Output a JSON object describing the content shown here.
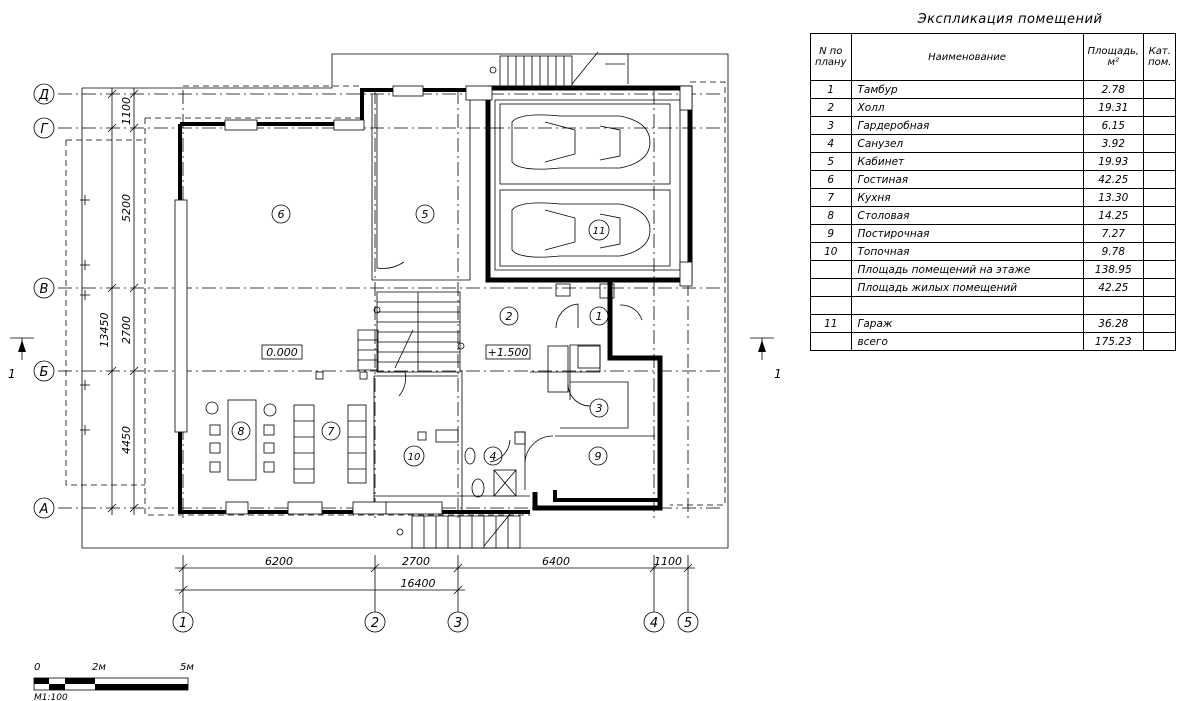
{
  "axes": {
    "rows": [
      "Д",
      "Г",
      "В",
      "Б",
      "А"
    ],
    "cols": [
      "1",
      "2",
      "3",
      "4",
      "5"
    ]
  },
  "dimensions": {
    "horizontal": [
      "6200",
      "2700",
      "6400",
      "1100"
    ],
    "horizontal_total": "16400",
    "vertical": [
      "1100",
      "5200",
      "2700",
      "4450"
    ],
    "vertical_total": "13450"
  },
  "levels": [
    "0.000",
    "+1.500"
  ],
  "rooms": [
    "1",
    "2",
    "3",
    "4",
    "5",
    "6",
    "7",
    "8",
    "9",
    "10",
    "11"
  ],
  "section": {
    "left": "1",
    "right": "1"
  },
  "scale": {
    "marks": [
      "0",
      "2м",
      "5м"
    ],
    "label": "М1:100"
  },
  "explication": {
    "title": "Экспликация помещений",
    "headers": [
      "N по плану",
      "Наименование",
      "Площадь, м²",
      "Кат. пом."
    ],
    "rows": [
      {
        "n": "1",
        "name": "Тамбур",
        "area": "2.78"
      },
      {
        "n": "2",
        "name": "Холл",
        "area": "19.31"
      },
      {
        "n": "3",
        "name": "Гардеробная",
        "area": "6.15"
      },
      {
        "n": "4",
        "name": "Санузел",
        "area": "3.92"
      },
      {
        "n": "5",
        "name": "Кабинет",
        "area": "19.93"
      },
      {
        "n": "6",
        "name": "Гостиная",
        "area": "42.25"
      },
      {
        "n": "7",
        "name": "Кухня",
        "area": "13.30"
      },
      {
        "n": "8",
        "name": "Столовая",
        "area": "14.25"
      },
      {
        "n": "9",
        "name": "Постирочная",
        "area": "7.27"
      },
      {
        "n": "10",
        "name": "Топочная",
        "area": "9.78"
      },
      {
        "n": "",
        "name": "Площадь помещений на этаже",
        "area": "138.95"
      },
      {
        "n": "",
        "name": "Площадь жилых помещений",
        "area": "42.25"
      },
      {
        "n": "",
        "name": "",
        "area": ""
      },
      {
        "n": "11",
        "name": "Гараж",
        "area": "36.28"
      },
      {
        "n": "",
        "name": "всего",
        "area": "175.23"
      }
    ]
  }
}
